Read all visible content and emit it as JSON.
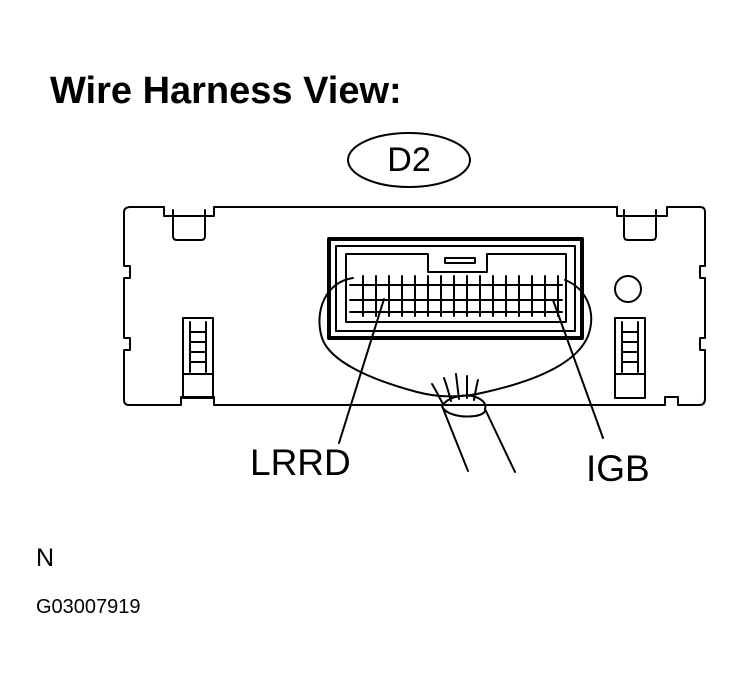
{
  "title": "Wire Harness View:",
  "connector": {
    "id": "D2",
    "pins": {
      "left_label": "LRRD",
      "right_label": "IGB"
    }
  },
  "orientation_mark": "N",
  "figure_code": "G03007919",
  "colors": {
    "line": "#000000",
    "background": "#ffffff"
  }
}
